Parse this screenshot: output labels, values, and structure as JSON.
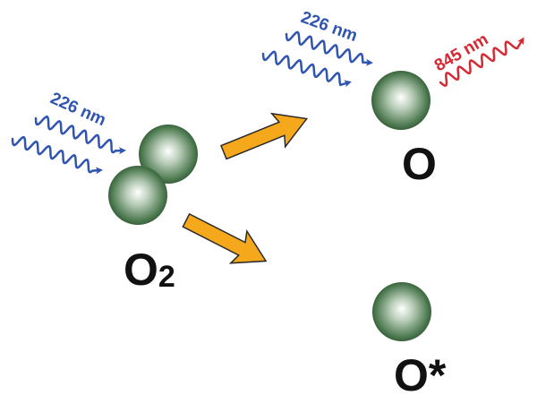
{
  "colors": {
    "uv": "#2f55b0",
    "ir": "#d42a35",
    "arrow_fill": "#f5a81c",
    "arrow_stroke": "#2a2a2a",
    "sphere_dark": "#2f5a33",
    "sphere_light": "#ffffff",
    "label": "#111111"
  },
  "molecule": {
    "label_main": "O",
    "label_sub": "2",
    "incoming_light": "226 nm"
  },
  "products": {
    "ground": {
      "label": "O",
      "incoming_light": "226 nm",
      "emitted_light": "845 nm"
    },
    "excited": {
      "label": "O*"
    }
  }
}
